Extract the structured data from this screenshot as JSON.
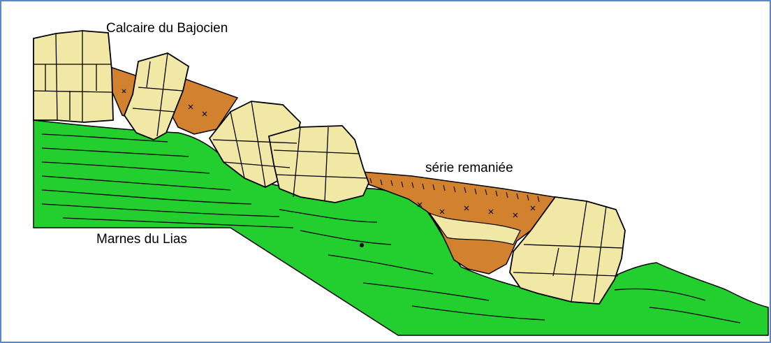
{
  "labels": {
    "bajocien": "Calcaire du Bajocien",
    "remaniee": "série remaniée",
    "lias": "Marnes du Lias"
  },
  "colors": {
    "frame": "#5b87c5",
    "marl": "#22cf2e",
    "limestone": "#f2e8a6",
    "reworked": "#d2822e",
    "line": "#000000"
  }
}
